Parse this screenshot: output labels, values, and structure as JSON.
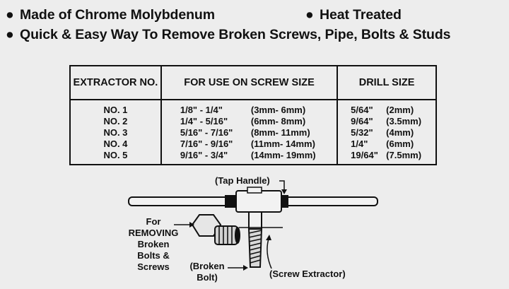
{
  "header": {
    "feature1": "Made of Chrome Molybdenum",
    "feature2": "Heat Treated",
    "feature3": "Quick & Easy Way To Remove Broken Screws, Pipe, Bolts & Studs",
    "bullet_symbol": "●"
  },
  "table": {
    "headers": {
      "extractor_no": "EXTRACTOR NO.",
      "screw_size": "FOR USE ON SCREW SIZE",
      "drill_size": "DRILL SIZE"
    },
    "rows": [
      {
        "no": "NO. 1",
        "screw_in": "1/8\" - 1/4\"",
        "screw_mm": "(3mm- 6mm)",
        "drill_in": "5/64\"",
        "drill_mm": "(2mm)"
      },
      {
        "no": "NO. 2",
        "screw_in": "1/4\" - 5/16\"",
        "screw_mm": "(6mm- 8mm)",
        "drill_in": "9/64\"",
        "drill_mm": "(3.5mm)"
      },
      {
        "no": "NO. 3",
        "screw_in": "5/16\" - 7/16\"",
        "screw_mm": "(8mm- 11mm)",
        "drill_in": "5/32\"",
        "drill_mm": "(4mm)"
      },
      {
        "no": "NO. 4",
        "screw_in": "7/16\" - 9/16\"",
        "screw_mm": "(11mm- 14mm)",
        "drill_in": "1/4\"",
        "drill_mm": "(6mm)"
      },
      {
        "no": "NO. 5",
        "screw_in": "9/16\" - 3/4\"",
        "screw_mm": "(14mm- 19mm)",
        "drill_in": "19/64\"",
        "drill_mm": "(7.5mm)"
      }
    ]
  },
  "diagram": {
    "tap_handle": "(Tap Handle)",
    "for_removing": [
      "For",
      "REMOVING",
      "Broken",
      "Bolts &",
      "Screws"
    ],
    "broken_bolt": [
      "(Broken",
      "Bolt)"
    ],
    "screw_extractor": "(Screw Extractor)"
  }
}
